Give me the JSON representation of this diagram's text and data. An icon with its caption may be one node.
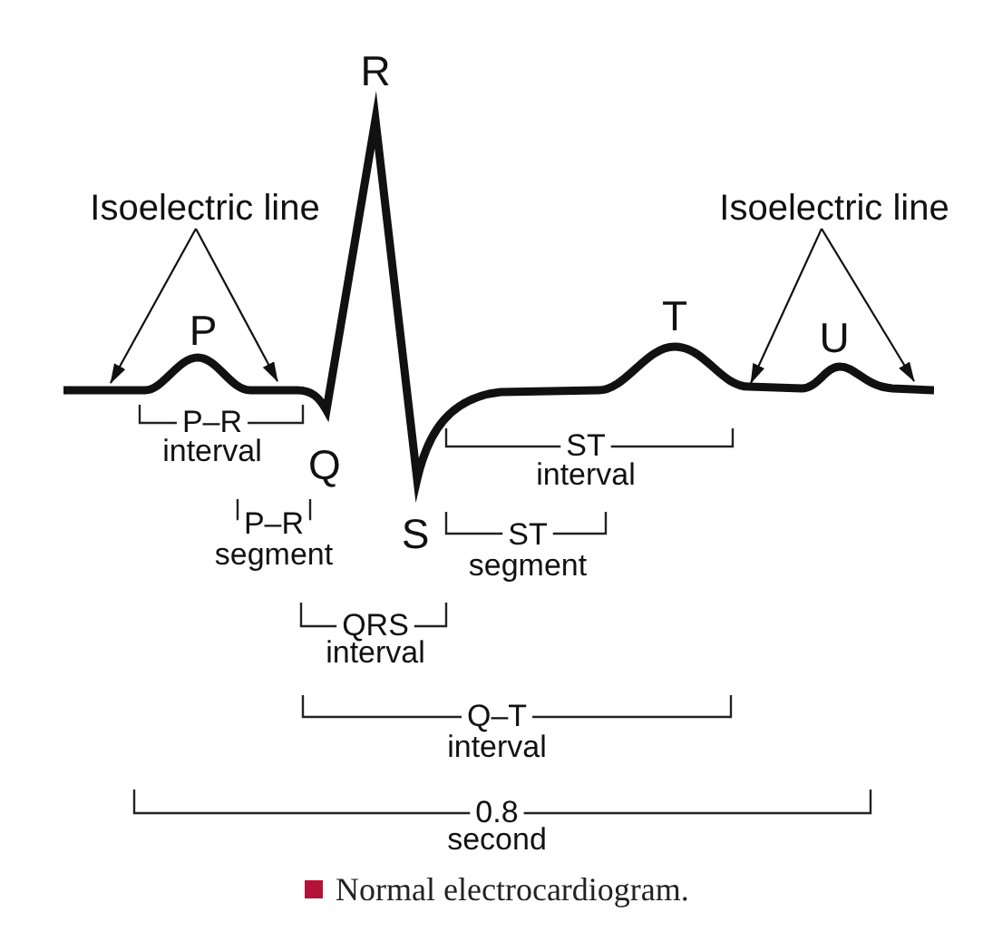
{
  "diagram": {
    "caption": "Normal electrocardiogram.",
    "nodes": [
      {
        "text": [
          "Isoelectric line"
        ]
      },
      {
        "text": [
          "Isoelectric line"
        ]
      }
    ],
    "edges": [
      {
        "from": 0,
        "to": null,
        "arrow": "to"
      },
      {
        "from": 0,
        "to": null,
        "arrow": "to"
      },
      {
        "from": 1,
        "to": null,
        "arrow": "to"
      },
      {
        "from": 1,
        "to": null,
        "arrow": "to"
      }
    ],
    "labels": [
      "R",
      "T",
      "P",
      "U",
      "P–R interval",
      "ST interval",
      "Q",
      "P–R segment",
      "S",
      "ST segment",
      "QRS interval",
      "Q–T interval",
      "0.8 second"
    ]
  }
}
